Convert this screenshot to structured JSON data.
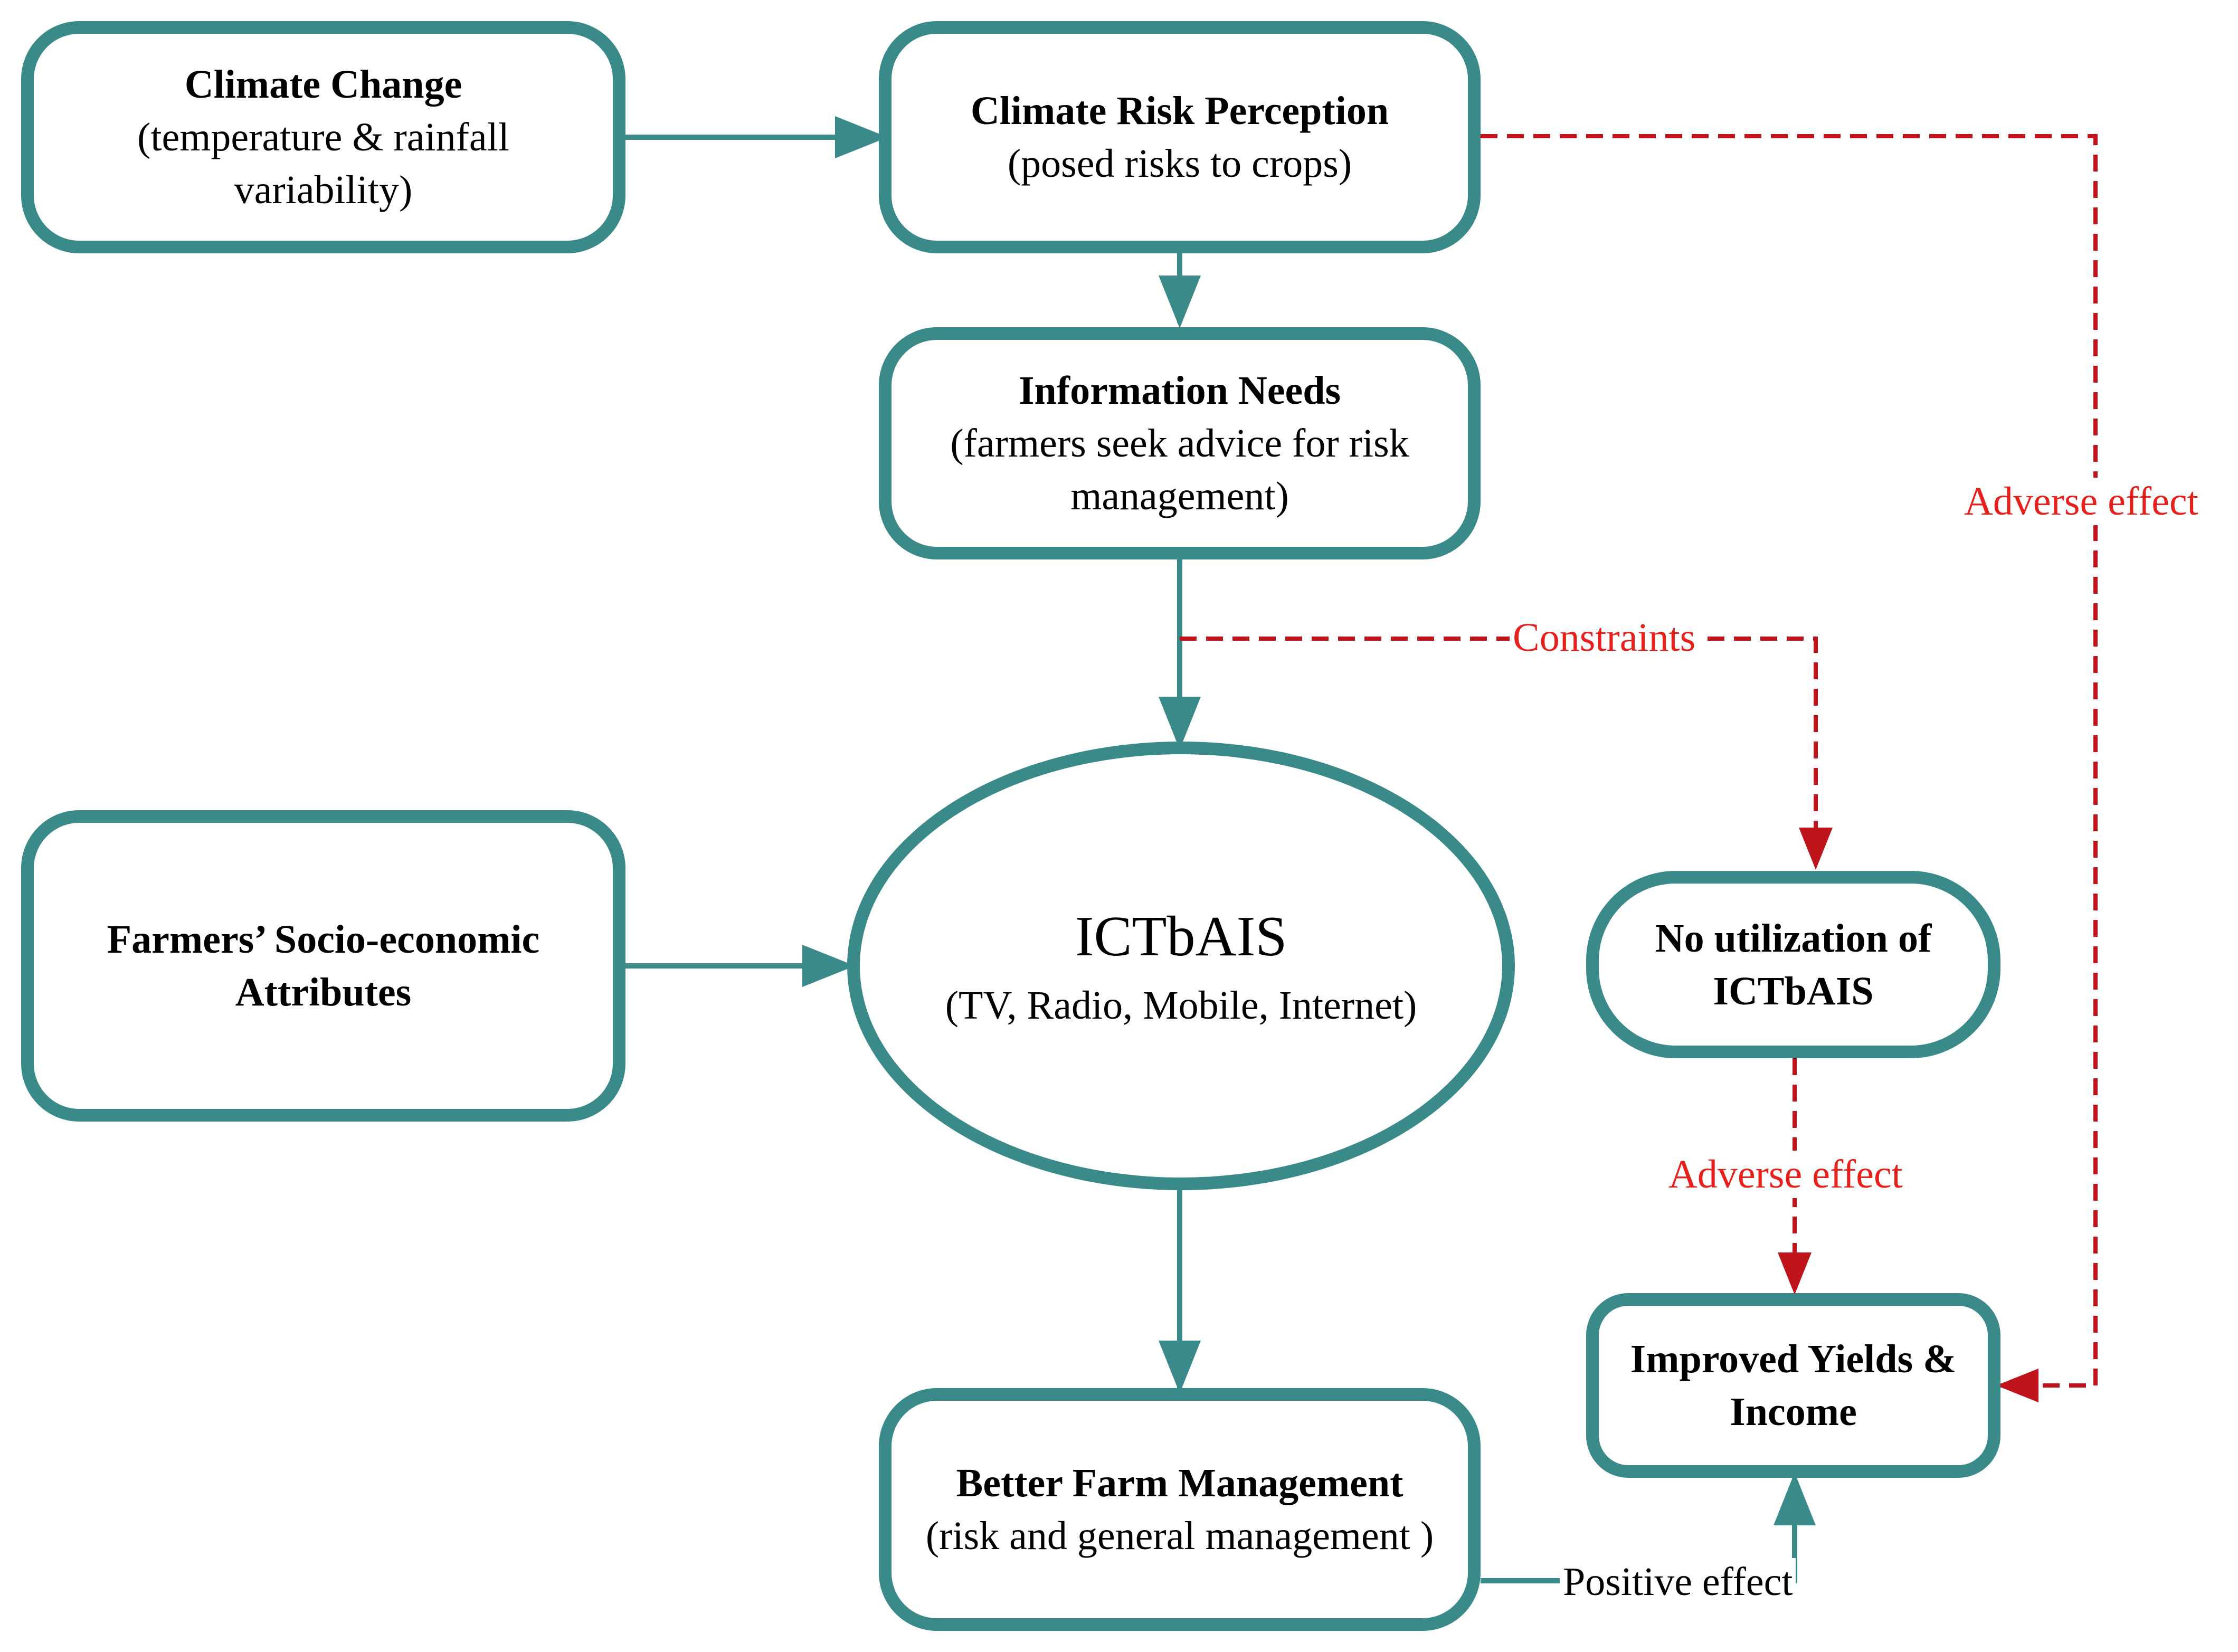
{
  "nodes": {
    "climate_change": {
      "title": "Climate Change",
      "subtitle_line1": "(temperature & rainfall",
      "subtitle_line2": "variability)"
    },
    "risk_perception": {
      "title": "Climate Risk Perception",
      "subtitle_line1": "(posed risks to crops)"
    },
    "information_needs": {
      "title": "Information Needs",
      "subtitle_line1": "(farmers seek advice for risk",
      "subtitle_line2": "management)"
    },
    "socio_economic": {
      "title_line1": "Farmers’ Socio-economic",
      "title_line2": "Attributes"
    },
    "ictbais": {
      "title": "ICTbAIS",
      "subtitle_line1": "(TV, Radio, Mobile, Internet)"
    },
    "no_utilization": {
      "title_line1": "No utilization of",
      "title_line2": "ICTbAIS"
    },
    "improved_yields": {
      "title_line1": "Improved Yields &",
      "title_line2": "Income"
    },
    "better_farm": {
      "title": "Better Farm Management",
      "subtitle_line1": "(risk and general management )"
    }
  },
  "edge_labels": {
    "adverse_effect_right": "Adverse effect",
    "constraints": "Constraints",
    "adverse_effect_mid": "Adverse effect",
    "positive_effect": "Positive effect"
  },
  "colors": {
    "solid_edge": "#3a8a8a",
    "dashed_edge": "#c0141c",
    "edge_label_red": "#e8201c"
  }
}
